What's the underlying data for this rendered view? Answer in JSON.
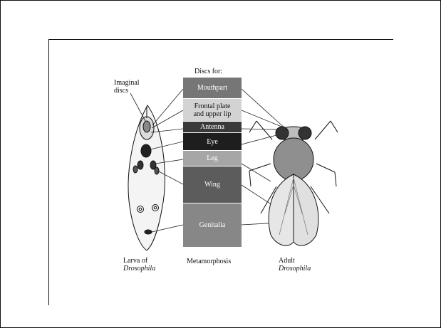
{
  "diagram": {
    "header": "Discs for:",
    "imaginal_label_line1": "Imaginal",
    "imaginal_label_line2": "discs",
    "discs": [
      {
        "line1": "Mouthpart",
        "line2": "",
        "color": "#767676",
        "text_color": "#ffffff"
      },
      {
        "line1": "Frontal plate",
        "line2": "and upper lip",
        "color": "#d3d3d3",
        "text_color": "#111111"
      },
      {
        "line1": "Antenna",
        "line2": "",
        "color": "#3a3a3a",
        "text_color": "#ffffff"
      },
      {
        "line1": "Eye",
        "line2": "",
        "color": "#1e1e1e",
        "text_color": "#ffffff"
      },
      {
        "line1": "Leg",
        "line2": "",
        "color": "#a6a6a6",
        "text_color": "#ffffff"
      },
      {
        "line1": "Wing",
        "line2": "",
        "color": "#5c5c5c",
        "text_color": "#ffffff"
      },
      {
        "line1": "Genitalia",
        "line2": "",
        "color": "#878787",
        "text_color": "#ffffff"
      }
    ],
    "larva_caption_line1": "Larva of",
    "larva_caption_line2": "Drosophila",
    "middle_caption": "Metamorphosis",
    "adult_caption_line1": "Adult",
    "adult_caption_line2": "Drosophila"
  }
}
